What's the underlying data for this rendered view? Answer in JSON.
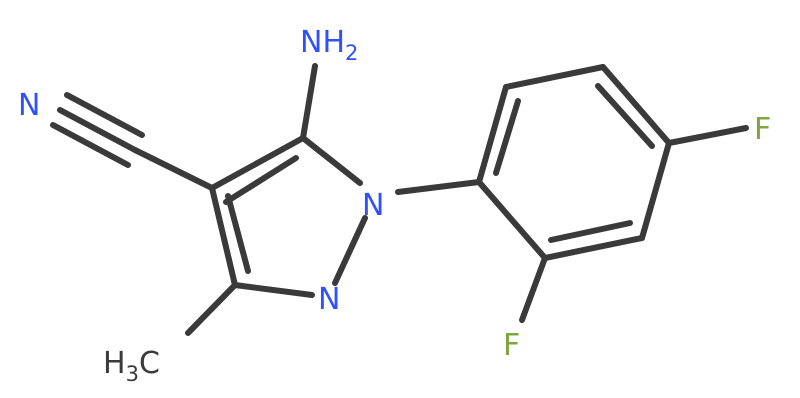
{
  "molecule": {
    "colors": {
      "bond": "#3a3a3a",
      "nitrogen": "#3050f8",
      "fluorine": "#7fa540",
      "carbon_label": "#3a3a3a"
    },
    "labels": {
      "amino_main": "NH",
      "amino_sub": "2",
      "nitrile_n": "N",
      "ring_n1": "N",
      "ring_n2": "N",
      "methyl_main": "H",
      "methyl_sub": "3",
      "methyl_c": "C",
      "fluoro_para": "F",
      "fluoro_ortho": "F"
    }
  }
}
